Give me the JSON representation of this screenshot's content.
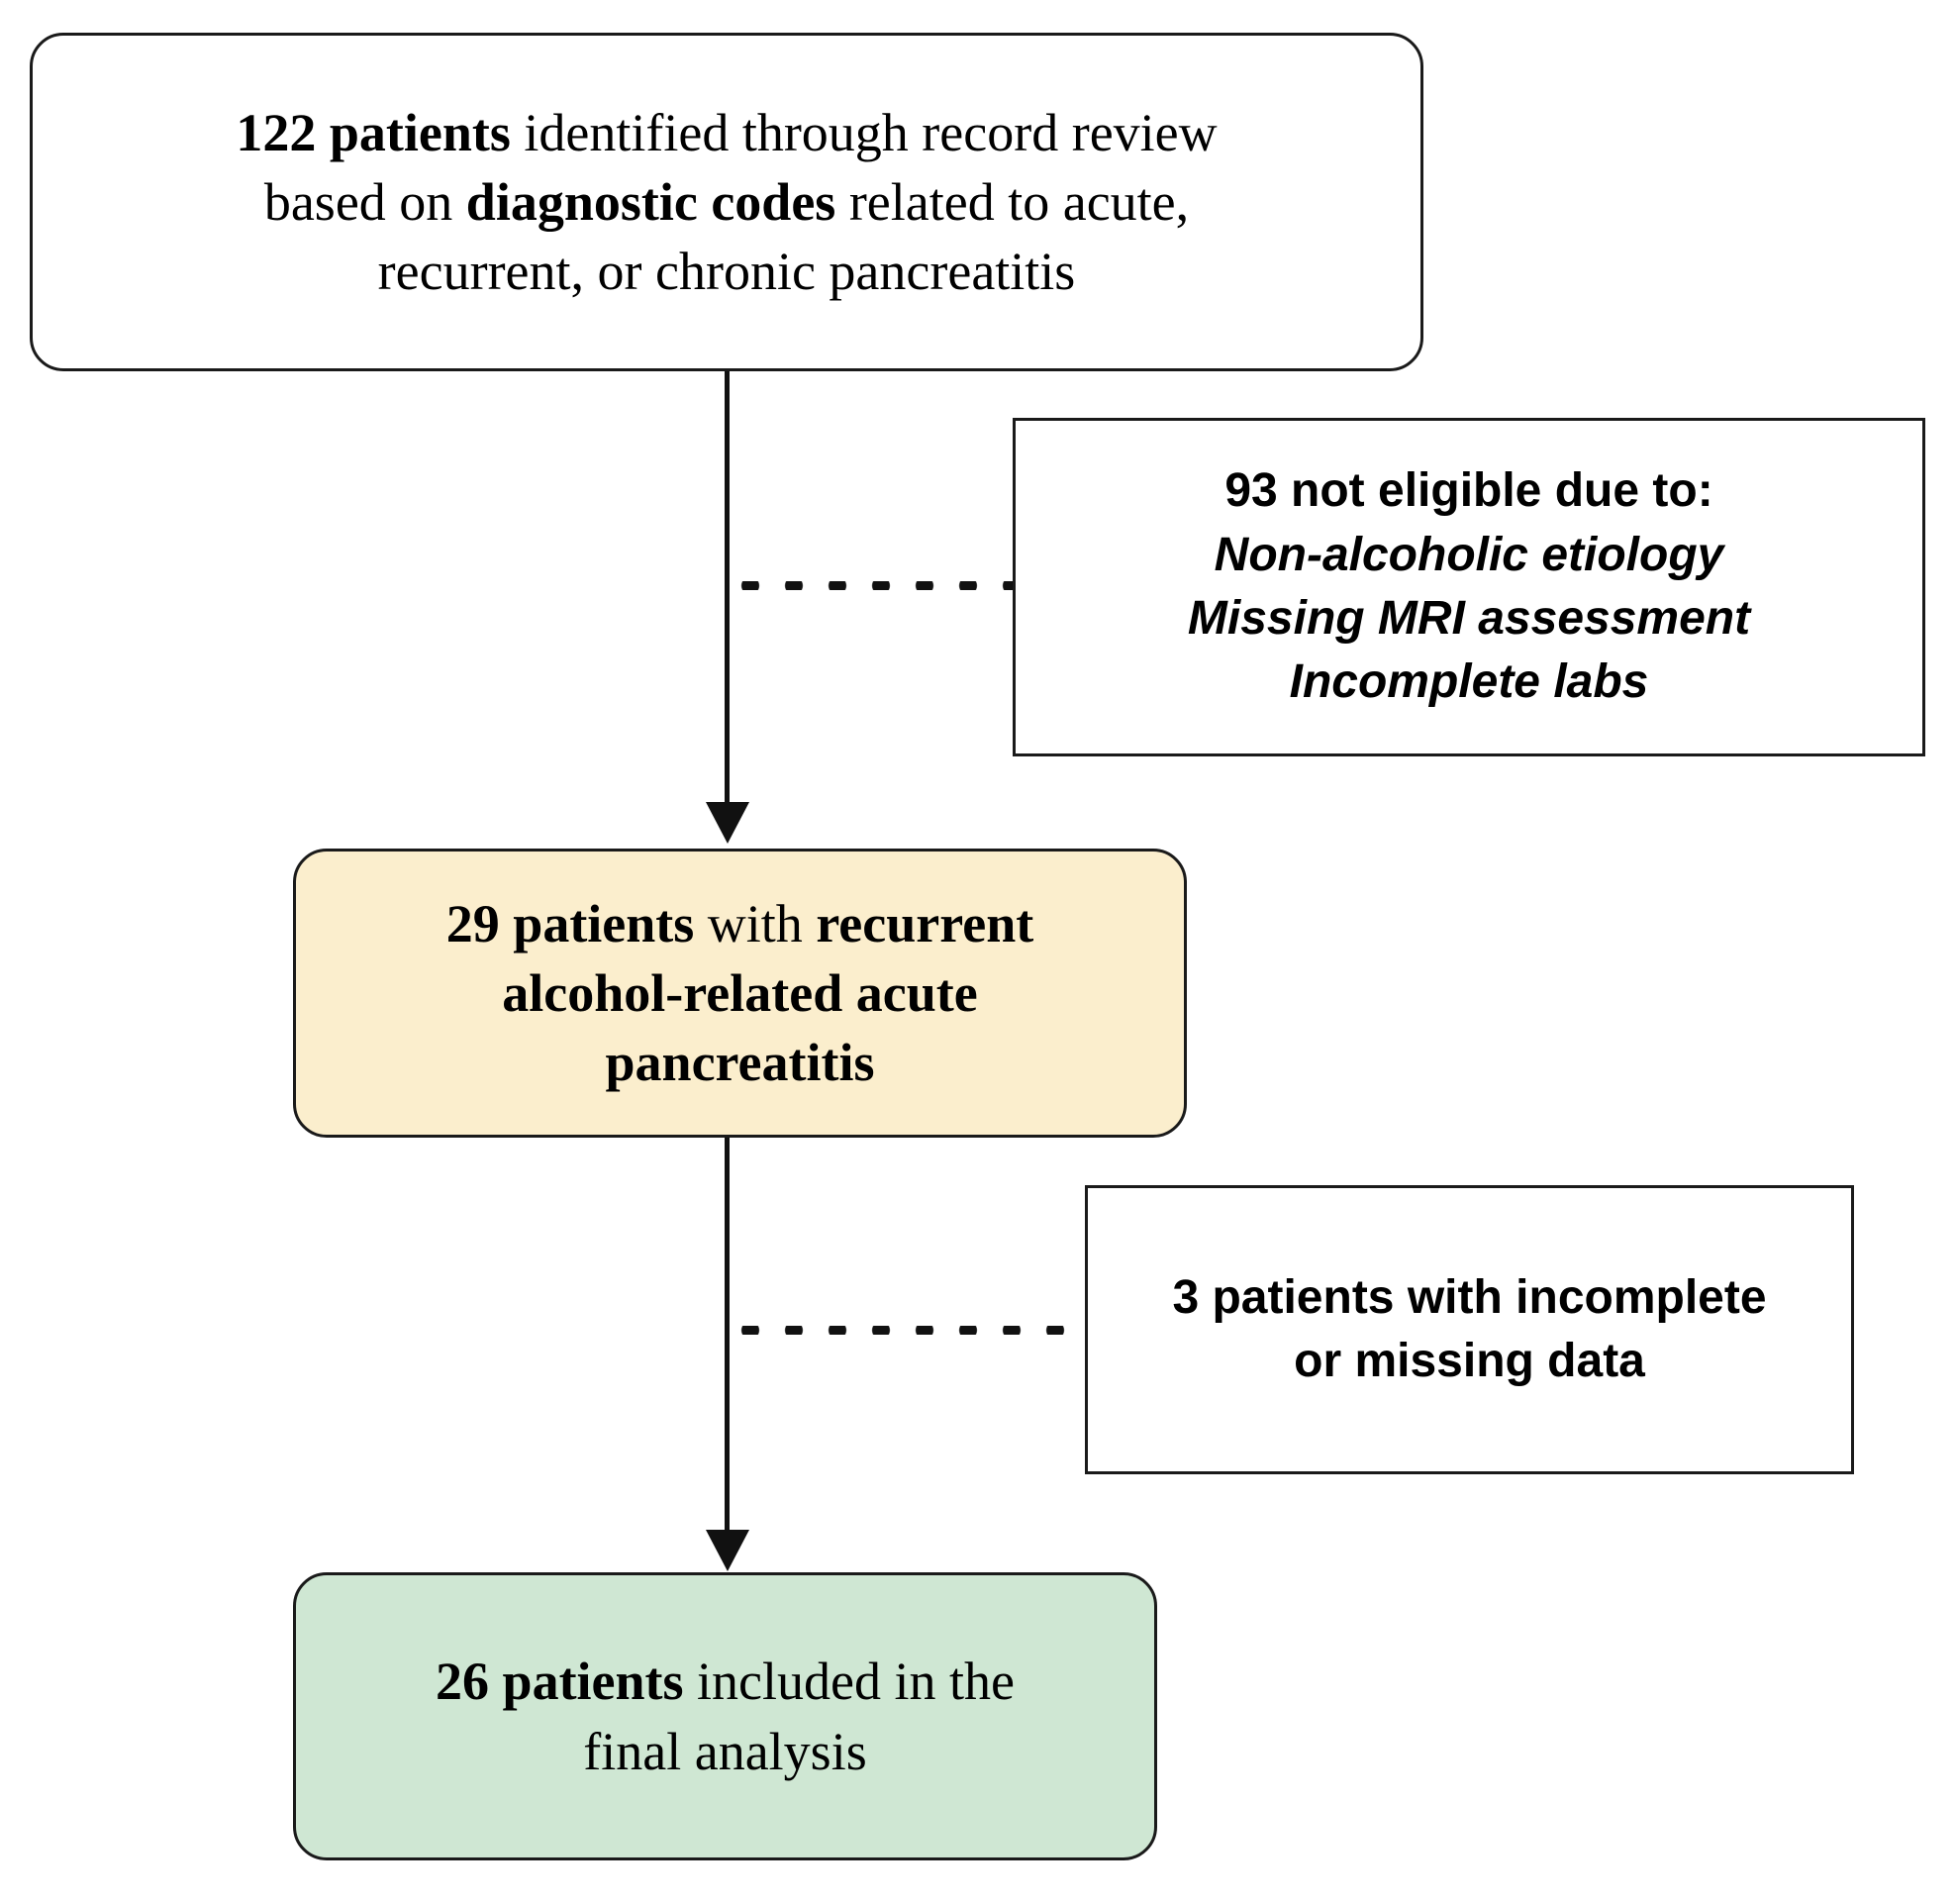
{
  "figure": {
    "type": "patient-selection-flowchart",
    "colors": {
      "cohort_box_fill": "#fbeecd",
      "final_box_fill": "#cfe7d3",
      "plain_box_fill": "#ffffff",
      "stroke": "#1a1a1a",
      "text": "#000000"
    }
  },
  "nodes": {
    "screened": {
      "name": "records-identified",
      "count": "122",
      "line1_bold": "122 patients",
      "line1_rest": " identified through record review",
      "line2_pre": "based on ",
      "line2_bold": "diagnostic codes",
      "line2_rest": " related to acute,",
      "line3": "recurrent, or chronic pancreatitis",
      "full_text": "122 patients identified through record review based on diagnostic codes related to acute, recurrent, or chronic pancreatitis"
    },
    "excluded_eligibility": {
      "name": "not-eligible",
      "count": "93",
      "heading": "93 not eligible due to:",
      "reasons": [
        "Non-alcoholic etiology",
        "Missing MRI assessment",
        "Incomplete labs"
      ],
      "full_text": "93 not eligible due to: Non-alcoholic etiology Missing MRI assessment Incomplete labs"
    },
    "cohort": {
      "name": "recurrent-alcohol-related-acute-pancreatitis",
      "count": "29",
      "line1_bold": "29 patients",
      "line1_mid": " with ",
      "line1_bold2": "recurrent",
      "line2_bold": "alcohol-related acute",
      "line3_bold": "pancreatitis",
      "full_text": "29 patients with recurrent alcohol-related acute pancreatitis"
    },
    "excluded_data": {
      "name": "incomplete-or-missing-data",
      "count": "3",
      "line1_reg": "3 patients with ",
      "line1_bold": "incomplete",
      "line2_bold": "or missing data",
      "full_text": "3 patients with incomplete or missing data"
    },
    "final": {
      "name": "included-in-final-analysis",
      "count": "26",
      "line1_bold": "26 patients",
      "line1_rest": " included in the",
      "line2": "final analysis",
      "full_text": "26 patients included in the final analysis"
    }
  },
  "connectors": [
    {
      "name": "screened-to-cohort",
      "style": "solid-arrow",
      "from": "screened",
      "to": "cohort"
    },
    {
      "name": "screened-to-excluded-eligibility",
      "style": "dotted",
      "from": "screened",
      "to": "excluded_eligibility"
    },
    {
      "name": "cohort-to-final",
      "style": "solid-arrow",
      "from": "cohort",
      "to": "final"
    },
    {
      "name": "cohort-to-excluded-data",
      "style": "dotted",
      "from": "cohort",
      "to": "excluded_data"
    }
  ]
}
